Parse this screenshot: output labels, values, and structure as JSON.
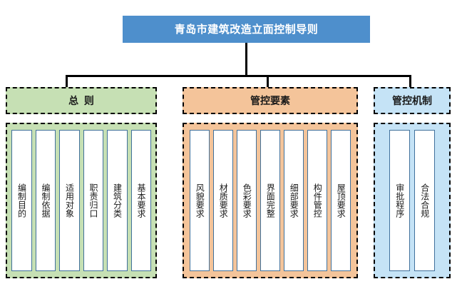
{
  "root": {
    "title": "青岛市建筑改造立面控制导则",
    "fill_color": "#4E8FCC",
    "text_color": "#FFFFFF"
  },
  "groups": [
    {
      "id": "general-principles",
      "header": "总  则",
      "fill_color": "#C6E0B4",
      "items": [
        {
          "label": "编制目的"
        },
        {
          "label": "编制依据"
        },
        {
          "label": "适用对象"
        },
        {
          "label": "职责归口"
        },
        {
          "label": "建筑分类"
        },
        {
          "label": "基本要求"
        }
      ]
    },
    {
      "id": "control-elements",
      "header": "管控要素",
      "fill_color": "#F4C49A",
      "items": [
        {
          "label": "风貌要求"
        },
        {
          "label": "材质要求"
        },
        {
          "label": "色彩要求"
        },
        {
          "label": "界面完整"
        },
        {
          "label": "细部要求"
        },
        {
          "label": "构件管控"
        },
        {
          "label": "屋顶要求"
        }
      ]
    },
    {
      "id": "control-mechanism",
      "header": "管控机制",
      "fill_color": "#C5E3F6",
      "items": [
        {
          "label": "审批程序"
        },
        {
          "label": "合法合规"
        }
      ]
    }
  ],
  "style": {
    "card_border_color": "#41719C",
    "card_fill_color": "#FFFFFF",
    "connector_color": "#000000",
    "group_border_style": "dashed"
  }
}
